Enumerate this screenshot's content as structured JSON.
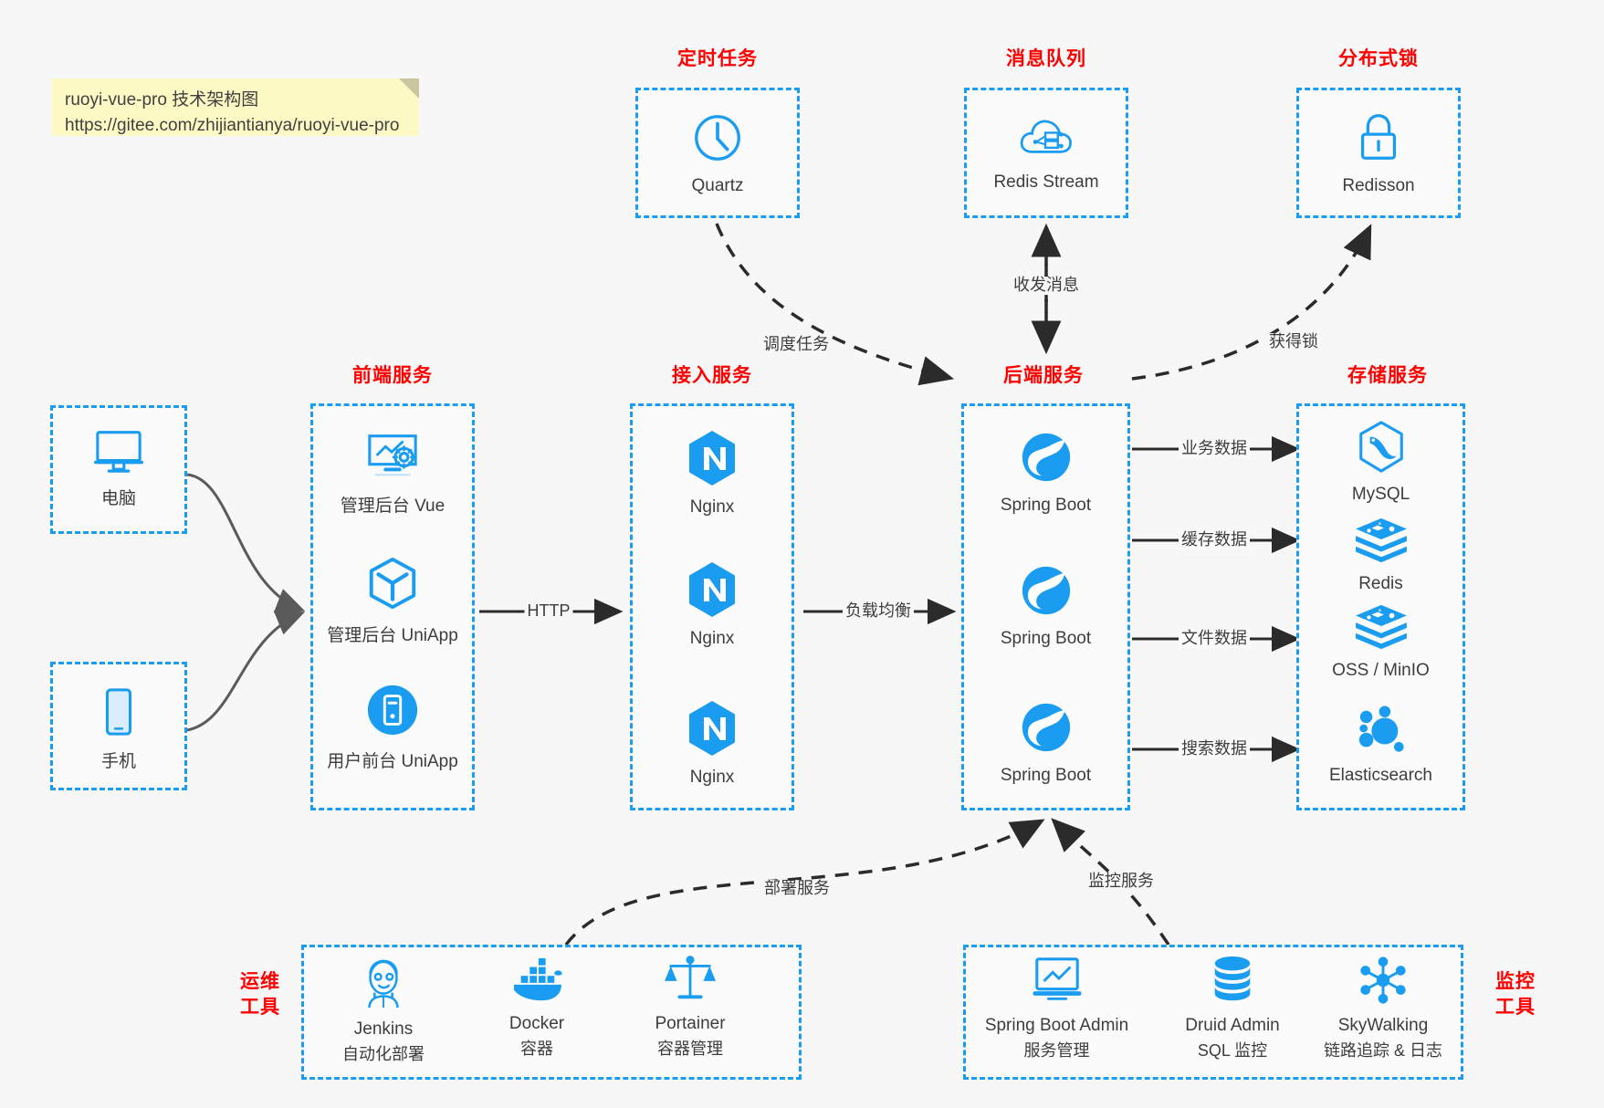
{
  "note": {
    "line1": "ruoyi-vue-pro 技术架构图",
    "line2": "https://gitee.com/zhijiantianya/ruoyi-vue-pro"
  },
  "colors": {
    "accent_blue": "#1a9cf0",
    "title_red": "#ff0000",
    "background": "#f7f7f7",
    "box_fill": "#fbfbfb",
    "text": "#3d3d3d",
    "edge_dark": "#2b2b2b",
    "edge_gray": "#5a5a5a",
    "note_yellow": "#fdf9c4"
  },
  "groups": {
    "scheduled_task": {
      "title": "定时任务",
      "items": [
        {
          "label": "Quartz",
          "icon": "clock-icon"
        }
      ]
    },
    "message_queue": {
      "title": "消息队列",
      "items": [
        {
          "label": "Redis Stream",
          "icon": "cloud-stream-icon"
        }
      ]
    },
    "distributed_lock": {
      "title": "分布式锁",
      "items": [
        {
          "label": "Redisson",
          "icon": "lock-icon"
        }
      ]
    },
    "clients": {
      "items": [
        {
          "label": "电脑",
          "icon": "desktop-monitor-icon"
        },
        {
          "label": "手机",
          "icon": "mobile-phone-icon"
        }
      ]
    },
    "frontend": {
      "title": "前端服务",
      "items": [
        {
          "label": "管理后台 Vue",
          "icon": "dashboard-settings-icon"
        },
        {
          "label": "管理后台 UniApp",
          "icon": "cube-icon"
        },
        {
          "label": "用户前台 UniApp",
          "icon": "phone-circle-icon"
        }
      ]
    },
    "gateway": {
      "title": "接入服务",
      "items": [
        {
          "label": "Nginx",
          "icon": "nginx-icon"
        },
        {
          "label": "Nginx",
          "icon": "nginx-icon"
        },
        {
          "label": "Nginx",
          "icon": "nginx-icon"
        }
      ]
    },
    "backend": {
      "title": "后端服务",
      "items": [
        {
          "label": "Spring Boot",
          "icon": "spring-leaf-icon"
        },
        {
          "label": "Spring Boot",
          "icon": "spring-leaf-icon"
        },
        {
          "label": "Spring Boot",
          "icon": "spring-leaf-icon"
        }
      ]
    },
    "storage": {
      "title": "存储服务",
      "items": [
        {
          "label": "MySQL",
          "icon": "mysql-dolphin-icon"
        },
        {
          "label": "Redis",
          "icon": "redis-stack-icon"
        },
        {
          "label": "OSS / MinIO",
          "icon": "oss-stack-icon"
        },
        {
          "label": "Elasticsearch",
          "icon": "elasticsearch-icon"
        }
      ]
    },
    "devops": {
      "title_line1": "运维",
      "title_line2": "工具",
      "items": [
        {
          "label": "Jenkins",
          "sub": "自动化部署",
          "icon": "jenkins-butler-icon"
        },
        {
          "label": "Docker",
          "sub": "容器",
          "icon": "docker-whale-icon"
        },
        {
          "label": "Portainer",
          "sub": "容器管理",
          "icon": "scales-icon"
        }
      ]
    },
    "monitor": {
      "title_line1": "监控",
      "title_line2": "工具",
      "items": [
        {
          "label": "Spring Boot Admin",
          "sub": "服务管理",
          "icon": "monitor-chart-icon"
        },
        {
          "label": "Druid Admin",
          "sub": "SQL 监控",
          "icon": "database-icon"
        },
        {
          "label": "SkyWalking",
          "sub": "链路追踪 & 日志",
          "icon": "skywalking-node-icon"
        }
      ]
    }
  },
  "edges": [
    {
      "id": "http",
      "label": "HTTP"
    },
    {
      "id": "load-balance",
      "label": "负载均衡"
    },
    {
      "id": "schedule-task",
      "label": "调度任务"
    },
    {
      "id": "send-receive-message",
      "label": "收发消息"
    },
    {
      "id": "acquire-lock",
      "label": "获得锁"
    },
    {
      "id": "business-data",
      "label": "业务数据"
    },
    {
      "id": "cache-data",
      "label": "缓存数据"
    },
    {
      "id": "file-data",
      "label": "文件数据"
    },
    {
      "id": "search-data",
      "label": "搜索数据"
    },
    {
      "id": "deploy-service",
      "label": "部署服务"
    },
    {
      "id": "monitor-service",
      "label": "监控服务"
    }
  ]
}
